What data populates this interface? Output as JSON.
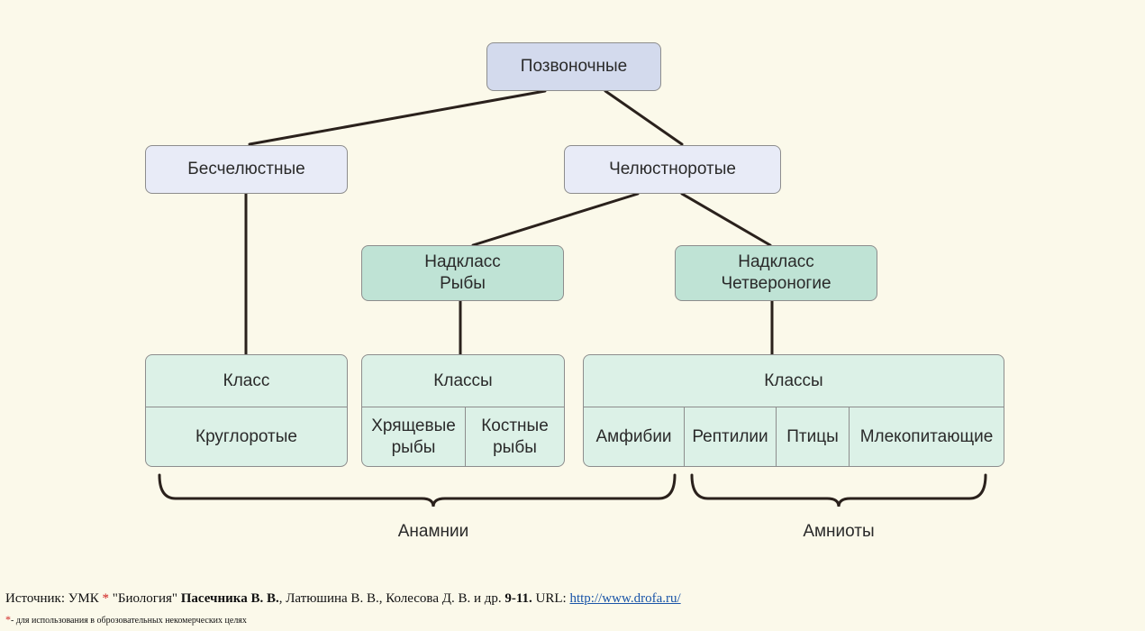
{
  "nodes": {
    "root": "Позвоночные",
    "jawless": "Бесчелюстные",
    "jawed": "Челюстноротые",
    "fish_line1": "Надкласс",
    "fish_line2": "Рыбы",
    "tetra_line1": "Надкласс",
    "tetra_line2": "Четвероногие"
  },
  "groups": {
    "cyclostomes": {
      "header": "Класс",
      "cells": [
        "Круглоротые"
      ]
    },
    "fish": {
      "header": "Классы",
      "cells": [
        [
          "Хрящевые",
          "рыбы"
        ],
        [
          "Костные",
          "рыбы"
        ]
      ]
    },
    "tetrapods": {
      "header": "Классы",
      "cells": [
        "Амфибии",
        "Рептилии",
        "Птицы",
        "Млекопитающие"
      ]
    }
  },
  "braces": {
    "anamnia": "Анамнии",
    "amniota": "Амниоты"
  },
  "source": {
    "prefix": "Источник: УМК",
    "asterisk": "*",
    "title": "\"Биология\"",
    "author_bold": "Пасечника В. В.",
    "coauthors": ", Латюшина В. В., Колесова Д. В. и др.",
    "grades": "9-11.",
    "url_label": "URL:",
    "url": "http://www.drofa.ru/"
  },
  "note": {
    "asterisk": "*",
    "text": "- для использования в оброзовательных некомерческих целях"
  },
  "colors": {
    "background": "#fbf9ea",
    "root_fill": "#d3daed",
    "level2_fill": "#e8ebf7",
    "superclass_fill": "#bfe3d5",
    "class_fill": "#dcf1e7",
    "line": "#2a211c"
  }
}
